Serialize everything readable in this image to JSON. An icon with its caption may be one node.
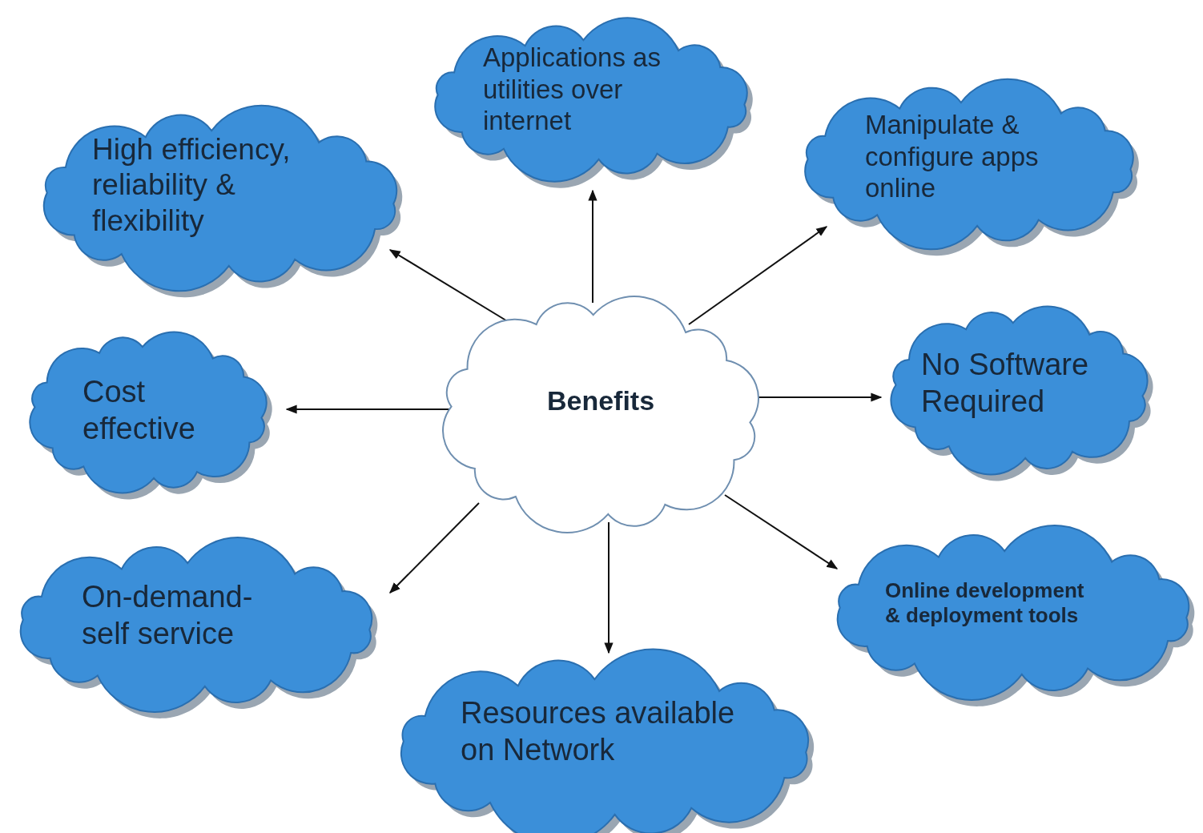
{
  "diagram": {
    "nodes": [
      {
        "text": [
          "Benefits"
        ]
      },
      {
        "text": [
          "Applications as utilities over internet"
        ]
      },
      {
        "text": [
          "High efficiency, reliability & flexibility"
        ]
      },
      {
        "text": [
          "Manipulate & configure apps online"
        ]
      },
      {
        "text": [
          "Cost effective"
        ]
      },
      {
        "text": [
          "No Software Required"
        ]
      },
      {
        "text": [
          "On-demand- self service"
        ]
      },
      {
        "text": [
          "Online development & deployment tools"
        ]
      },
      {
        "text": [
          "Resources available on Network"
        ]
      }
    ],
    "edges": [
      {
        "from": 0,
        "to": 1,
        "arrow": "to"
      },
      {
        "from": 0,
        "to": 2,
        "arrow": "to"
      },
      {
        "from": 0,
        "to": 3,
        "arrow": "to"
      },
      {
        "from": 0,
        "to": 4,
        "arrow": "to"
      },
      {
        "from": 0,
        "to": 5,
        "arrow": "to"
      },
      {
        "from": 0,
        "to": 6,
        "arrow": "to"
      },
      {
        "from": 0,
        "to": 7,
        "arrow": "to"
      },
      {
        "from": 0,
        "to": 8,
        "arrow": "to"
      }
    ]
  }
}
